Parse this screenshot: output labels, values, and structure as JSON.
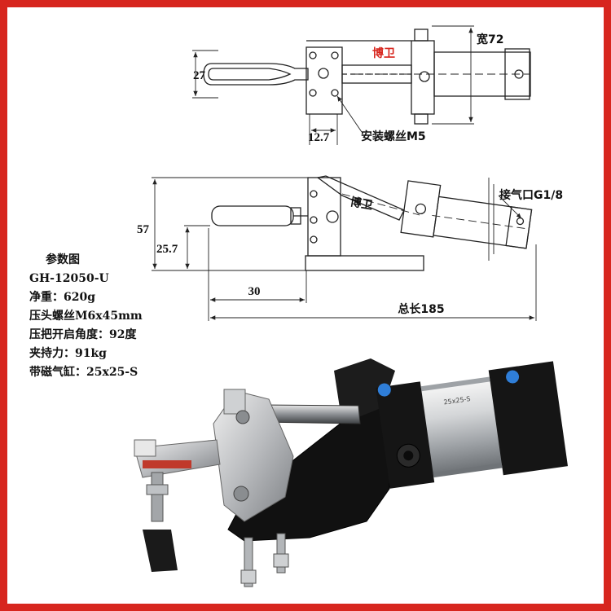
{
  "colors": {
    "border": "#d7261e",
    "brand_red": "#d7261e",
    "line": "#222222"
  },
  "top_view": {
    "width_label": "宽72",
    "height_label": "27",
    "brand_label": "博卫",
    "offset_label": "12.7",
    "screw_label": "安装螺丝M5"
  },
  "side_view": {
    "height_label": "57",
    "brand_label": "博卫",
    "air_port_label": "接气口G1/8",
    "base_height_label": "25.7",
    "reach_label": "30",
    "total_length_label": "总长185"
  },
  "specs": {
    "title": "参数图",
    "model": "GH-12050-U",
    "weight": "净重：620g",
    "press_screw": "压头螺丝M6x45mm",
    "open_angle": "压把开启角度：92度",
    "clamping_force": "夹持力：91kg",
    "cylinder": "带磁气缸：25x25-S"
  },
  "photo": {
    "cylinder_label": "25x25-S"
  }
}
